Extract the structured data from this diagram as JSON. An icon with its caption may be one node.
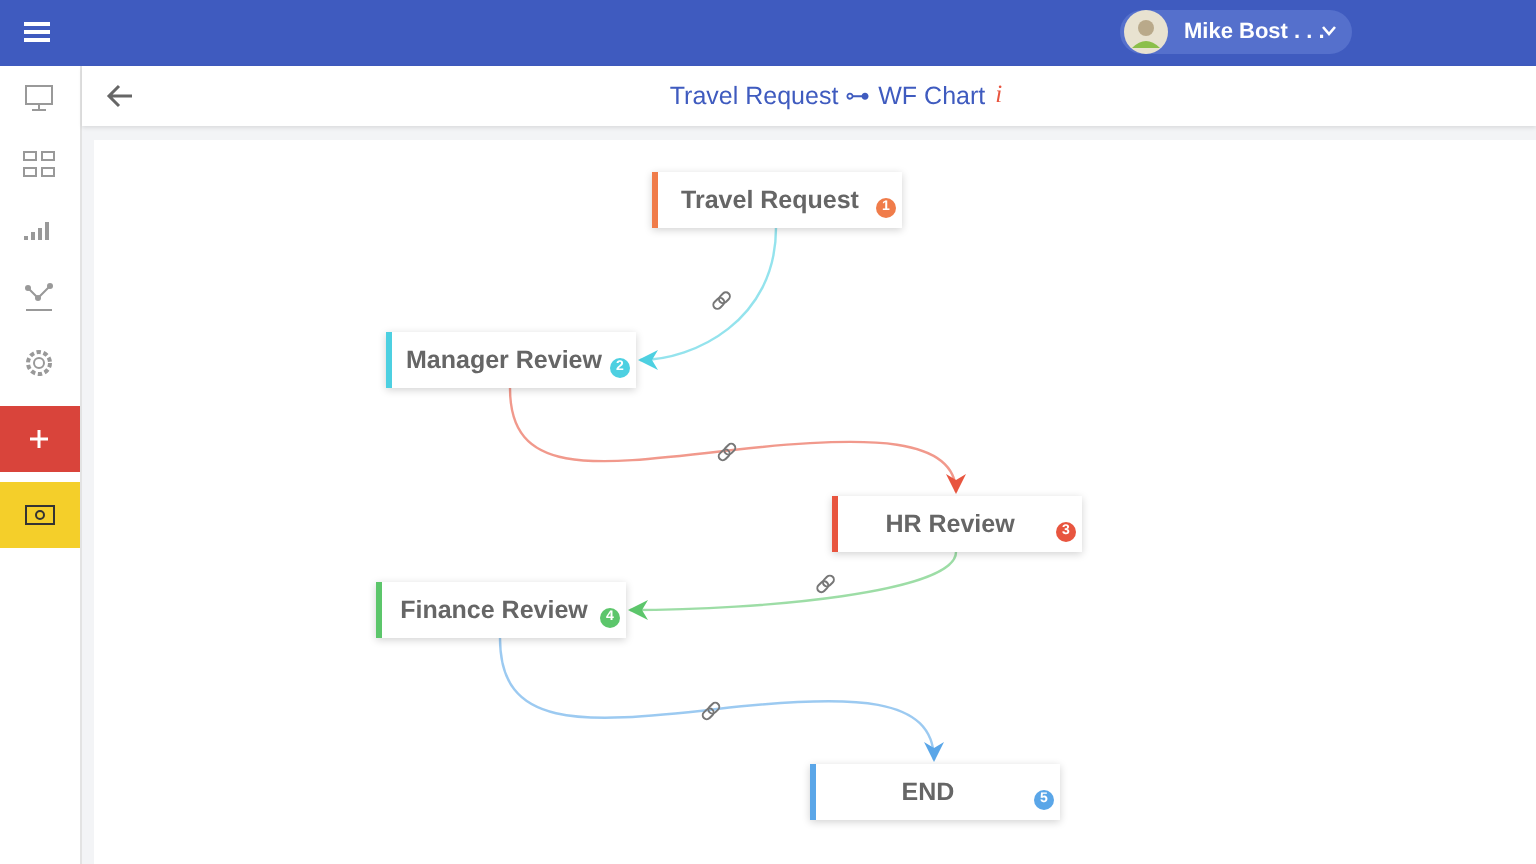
{
  "diagram": {
    "title": "Travel Request ⊶ WF Chart",
    "nodes": [
      {
        "text": [
          "Travel Request",
          "1"
        ]
      },
      {
        "text": [
          "Manager Review",
          "2"
        ]
      },
      {
        "text": [
          "HR Review",
          "3"
        ]
      },
      {
        "text": [
          "Finance Review",
          "4"
        ]
      },
      {
        "text": [
          "END",
          "5"
        ]
      }
    ],
    "edges": [
      {
        "from": 0,
        "to": 1,
        "arrow": "to",
        "color": "#4dd0e1"
      },
      {
        "from": 1,
        "to": 2,
        "arrow": "to",
        "color": "#e8553f"
      },
      {
        "from": 2,
        "to": 3,
        "arrow": "to",
        "color": "#5cc66b"
      },
      {
        "from": 3,
        "to": 4,
        "arrow": "to",
        "color": "#5aa6e8"
      }
    ],
    "labels": [
      "i",
      "Mike Bost . . ."
    ]
  }
}
